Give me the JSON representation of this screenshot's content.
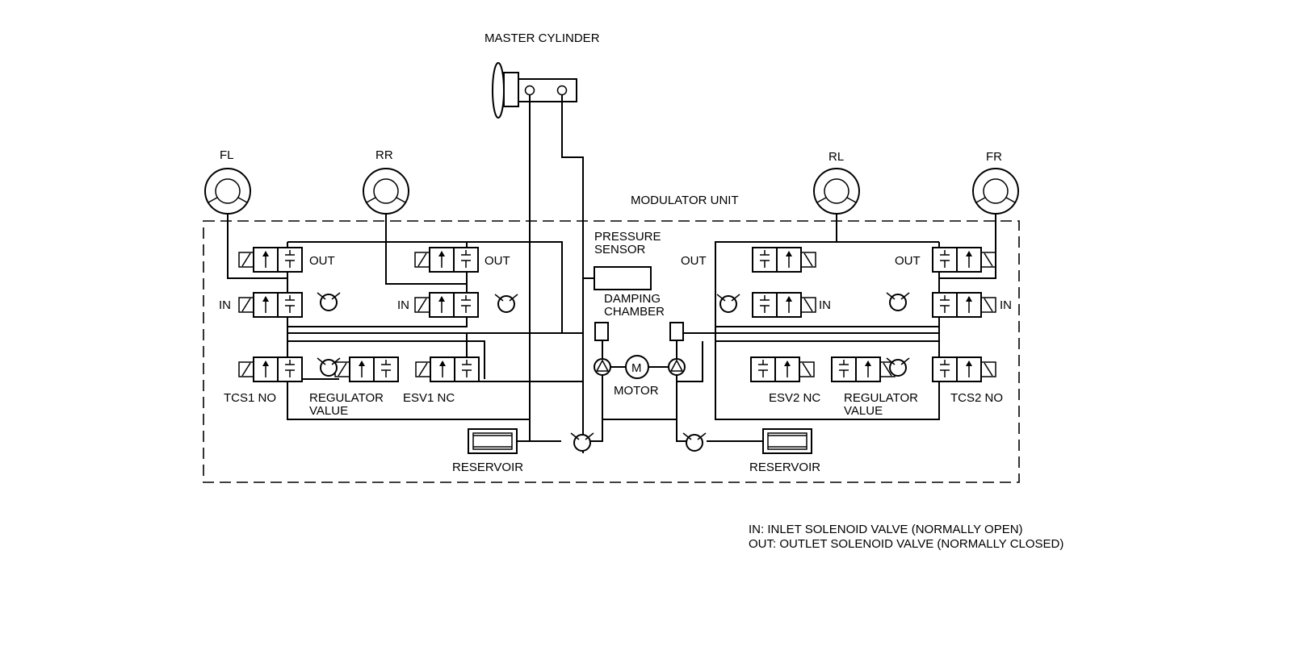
{
  "labels": {
    "master_cylinder": "MASTER CYLINDER",
    "modulator_unit": "MODULATOR UNIT",
    "fl": "FL",
    "rr": "RR",
    "rl": "RL",
    "fr": "FR",
    "out": "OUT",
    "in": "IN",
    "pressure_sensor_1": "PRESSURE",
    "pressure_sensor_2": "SENSOR",
    "damping_chamber_1": "DAMPING",
    "damping_chamber_2": "CHAMBER",
    "motor": "MOTOR",
    "motor_symbol": "M",
    "tcs1": "TCS1 NO",
    "tcs2": "TCS2 NO",
    "regulator_1": "REGULATOR",
    "regulator_2": "VALUE",
    "esv1": "ESV1 NC",
    "esv2": "ESV2 NC",
    "reservoir": "RESERVOIR"
  },
  "legend": {
    "in_line": "IN: INLET SOLENOID VALVE (NORMALLY OPEN)",
    "out_line": "OUT: OUTLET SOLENOID VALVE (NORMALLY CLOSED)"
  }
}
